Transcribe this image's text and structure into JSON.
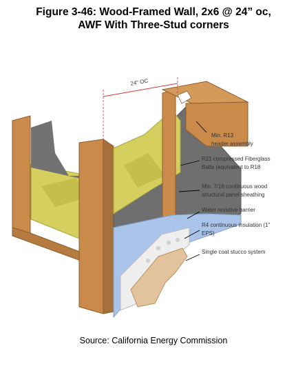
{
  "figure": {
    "title_line1": "Figure 3-46: Wood-Framed Wall, 2x6 @ 24” oc,",
    "title_line2": "AWF With Three-Stud corners",
    "source": "Source: California Energy Commission"
  },
  "dimension": {
    "label": "24\" OC"
  },
  "callouts": [
    {
      "lines": [
        "Min. R13",
        "header assembly"
      ]
    },
    {
      "lines": [
        "R21 compressed Fiberglass",
        "Batts (equivalent to R18"
      ]
    },
    {
      "lines": [
        "Min. 7/16 continuous wood",
        "structural panel sheathing"
      ]
    },
    {
      "lines": [
        "Water resistive barrier"
      ]
    },
    {
      "lines": [
        "R4 continuous insulation (1\"",
        "EPS)"
      ]
    },
    {
      "lines": [
        "Single coat stucco system"
      ]
    }
  ],
  "colors": {
    "wood": "#c98a4a",
    "wood_dark": "#9c6431",
    "insulation": "#d4cf5e",
    "insulation_dark": "#b0ab3f",
    "sheathing": "#6f6f6f",
    "barrier": "#a9c4e8",
    "eps": "#eeeeee",
    "stucco": "#e2c39e",
    "dimension": "#d23a3a"
  }
}
